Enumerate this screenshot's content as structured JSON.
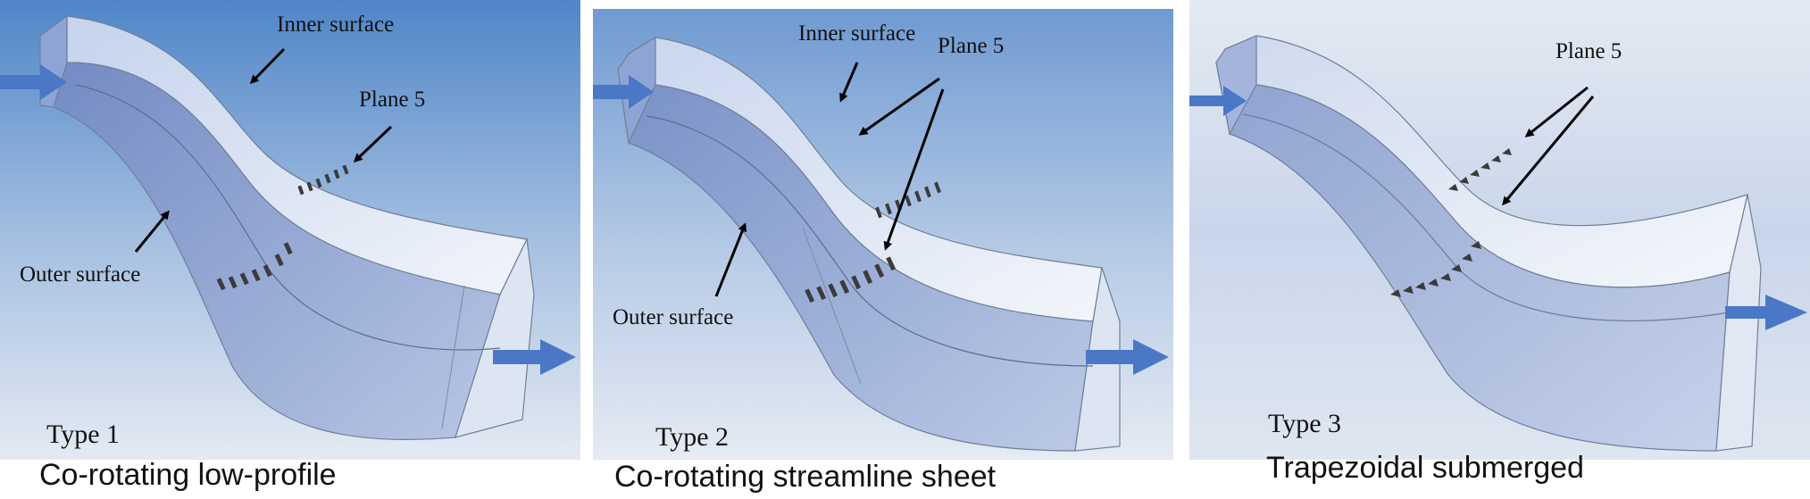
{
  "colors": {
    "arrow": "#4a78c6",
    "sky_top": "#4f86c8",
    "sky_bottom": "#dfe7f2",
    "duct_light": "#eaf0f9",
    "duct_dark": "#7e94c8",
    "label_arrow": "#000000"
  },
  "panels": [
    {
      "labels": {
        "inner": "Inner surface",
        "plane": "Plane 5",
        "outer": "Outer surface",
        "type": "Type 1",
        "caption": "Co-rotating low-profile"
      }
    },
    {
      "labels": {
        "inner": "Inner surface",
        "plane": "Plane 5",
        "outer": "Outer surface",
        "type": "Type 2",
        "caption": "Co-rotating streamline sheet"
      }
    },
    {
      "labels": {
        "plane": "Plane 5",
        "type": "Type 3",
        "caption": "Trapezoidal submerged"
      }
    }
  ]
}
